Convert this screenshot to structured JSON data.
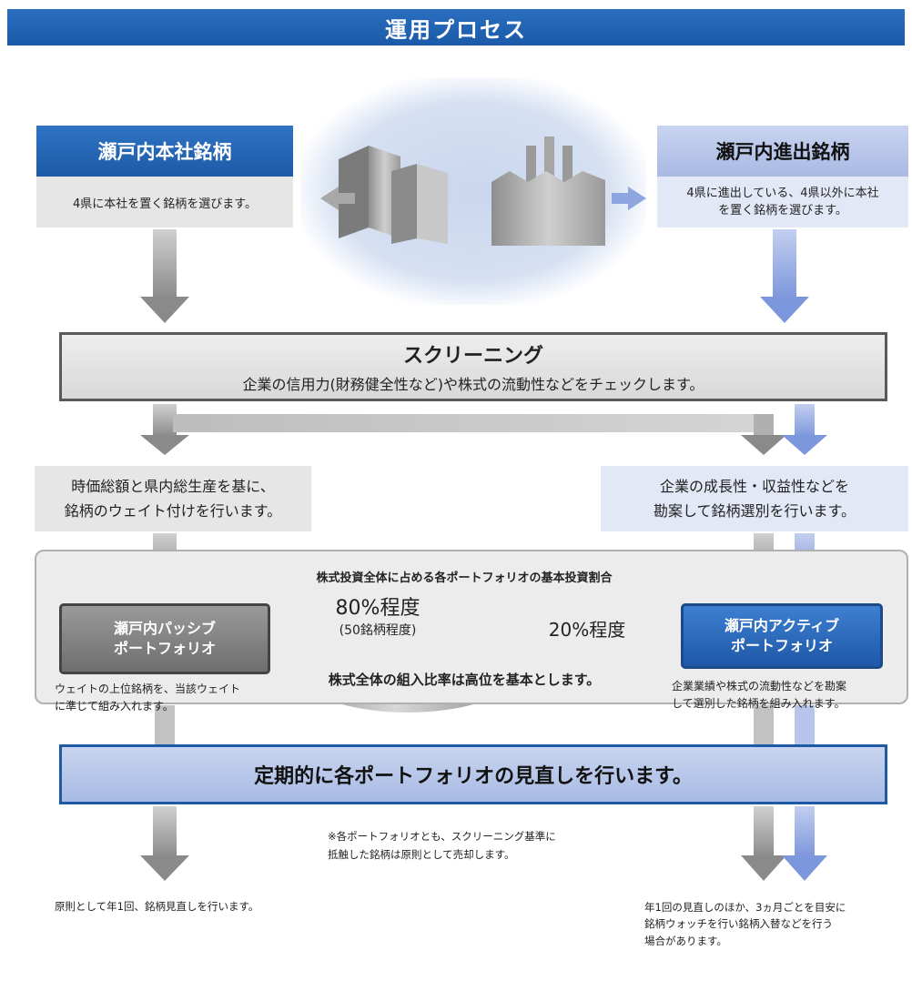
{
  "header": {
    "title": "運用プロセス"
  },
  "sources": {
    "left": {
      "title": "瀬戸内本社銘柄",
      "body": "4県に本社を置く銘柄を選びます。"
    },
    "right": {
      "title": "瀬戸内進出銘柄",
      "body_line1": "4県に進出している、4県以外に本社",
      "body_line2": "を置く銘柄を選びます。"
    }
  },
  "screening": {
    "title": "スクリーニング",
    "subtitle": "企業の信用力(財務健全性など)や株式の流動性などをチェックします。"
  },
  "weighting": {
    "left_line1": "時価総額と県内総生産を基に、",
    "left_line2": "銘柄のウェイト付けを行います。",
    "right_line1": "企業の成長性・収益性などを",
    "right_line2": "勘案して銘柄選別を行います。"
  },
  "allocation": {
    "caption": "株式投資全体に占める各ポートフォリオの基本投資割合",
    "passive_label": "80%程度",
    "passive_sub": "(50銘柄程度)",
    "active_label": "20%程度",
    "bottom_text": "株式全体の組入比率は高位を基本とします。"
  },
  "chart_data": {
    "type": "pie",
    "categories": [
      "瀬戸内パッシブポートフォリオ",
      "瀬戸内アクティブポートフォリオ"
    ],
    "values": [
      80,
      20
    ],
    "labels": [
      "80%程度",
      "20%程度"
    ],
    "colors": [
      "#b5b5b5",
      "#2f63b8"
    ]
  },
  "portfolios": {
    "passive": {
      "line1": "瀬戸内パッシブ",
      "line2": "ポートフォリオ",
      "desc_line1": "ウェイトの上位銘柄を、当該ウェイト",
      "desc_line2": "に準じて組み入れます。"
    },
    "active": {
      "line1": "瀬戸内アクティブ",
      "line2": "ポートフォリオ",
      "desc_line1": "企業業績や株式の流動性などを勘案",
      "desc_line2": "して選別した銘柄を組み入れます。"
    }
  },
  "review": {
    "title": "定期的に各ポートフォリオの見直しを行います。"
  },
  "note": {
    "line1": "※各ポートフォリオとも、スクリーニング基準に",
    "line2": "抵触した銘柄は原則として売却します。"
  },
  "footer": {
    "left": "原則として年1回、銘柄見直しを行います。",
    "right_line1": "年1回の見直しのほか、3ヵ月ごとを目安に",
    "right_line2": "銘柄ウォッチを行い銘柄入替などを行う",
    "right_line3": "場合があります。"
  }
}
